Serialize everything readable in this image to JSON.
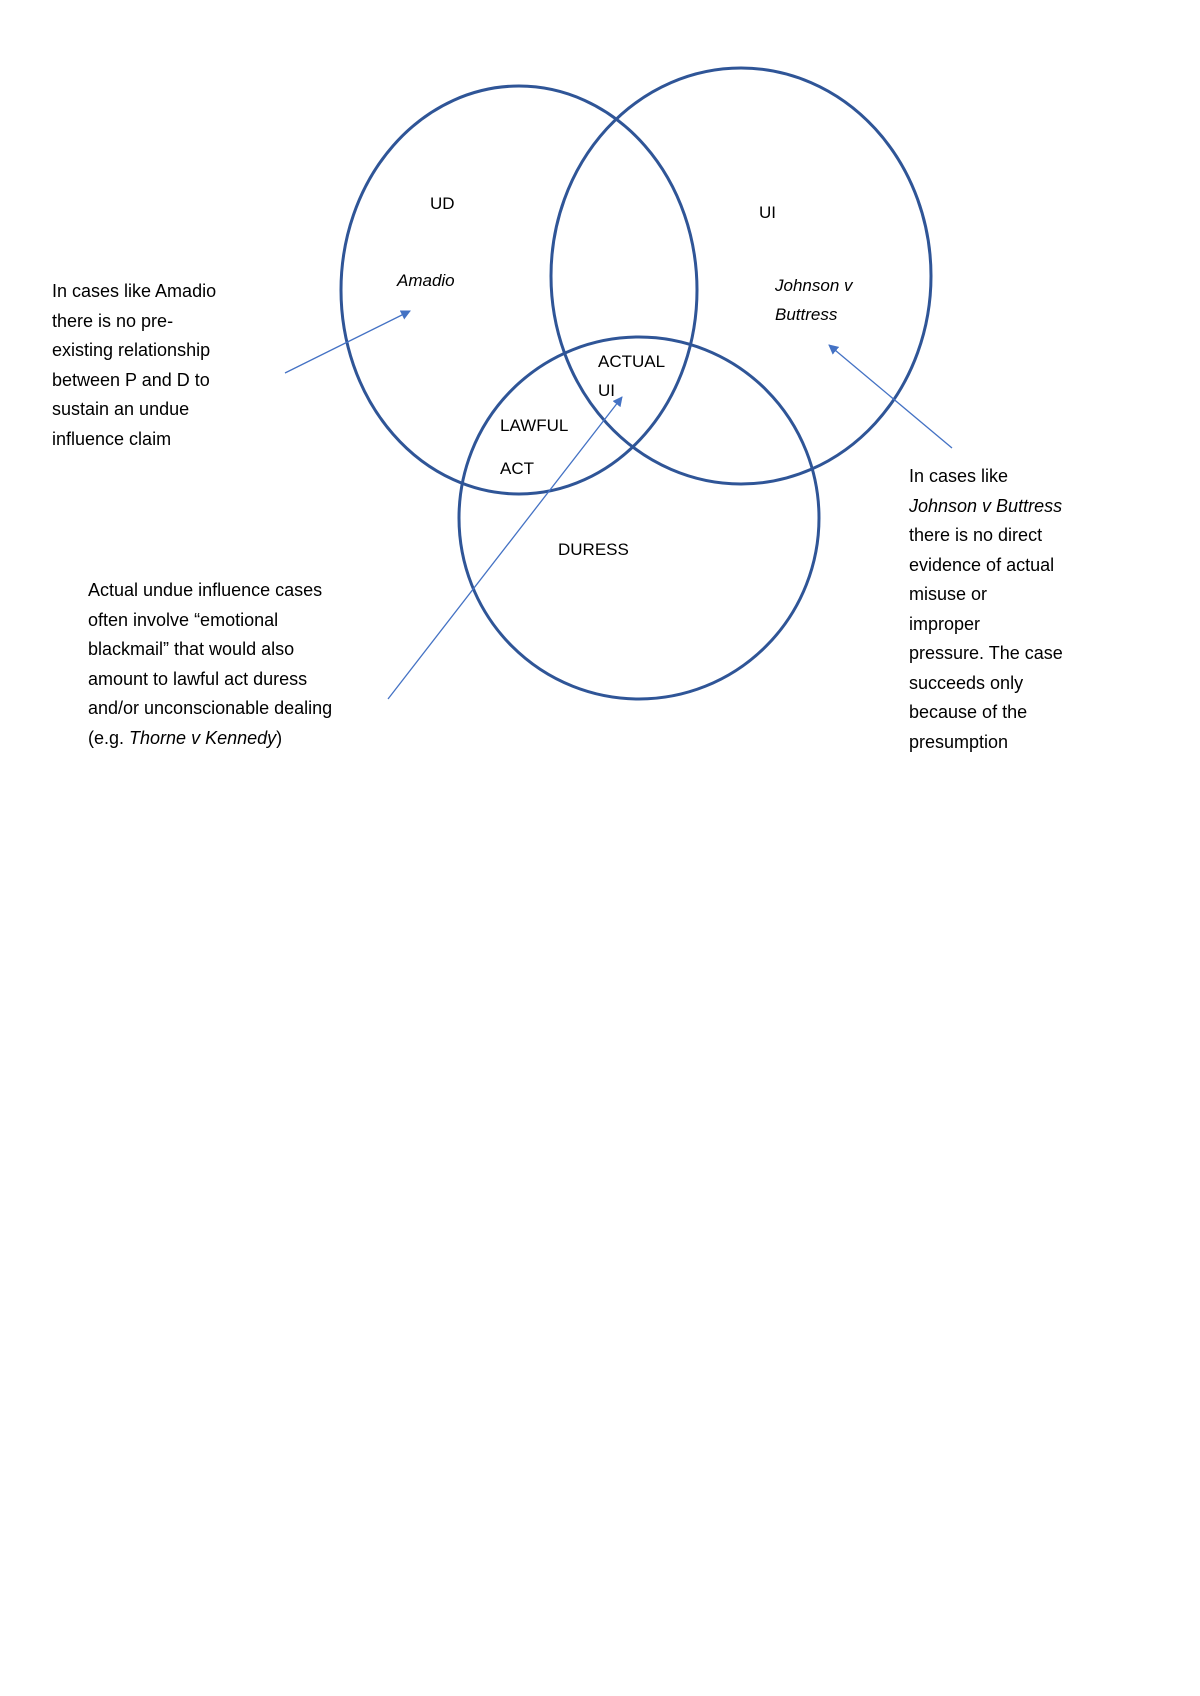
{
  "colors": {
    "circle": "#2f5597",
    "arrow": "#4472c4",
    "text": "#000000"
  },
  "circles": {
    "ud": {
      "label": "UD",
      "case": "Amadio"
    },
    "ui": {
      "label": "UI",
      "case_line1": "Johnson v",
      "case_line2": "Buttress"
    },
    "duress": {
      "label": "DURESS"
    }
  },
  "overlaps": {
    "actual_ui": {
      "line1": "ACTUAL",
      "line2": "UI"
    },
    "lawful_act": {
      "line1": "LAWFUL",
      "line2": "ACT"
    }
  },
  "notes": {
    "amadio": {
      "lines": [
        "In cases like Amadio",
        "there is no pre-",
        "existing relationship",
        "between P and D to",
        "sustain an undue",
        "influence claim"
      ]
    },
    "johnson": {
      "line1": "In cases like",
      "line2": "Johnson v Buttress",
      "rest": [
        "there is no direct",
        "evidence of actual",
        "misuse or",
        "improper",
        "pressure. The case",
        "succeeds only",
        "because of the",
        "presumption"
      ]
    },
    "actual_ui": {
      "lines": [
        "Actual undue influence cases",
        "often involve “emotional",
        "blackmail” that would also",
        "amount to lawful act duress",
        "and/or unconscionable dealing"
      ],
      "last_prefix": "(e.g. ",
      "last_italic": "Thorne v Kennedy",
      "last_suffix": ")"
    }
  }
}
